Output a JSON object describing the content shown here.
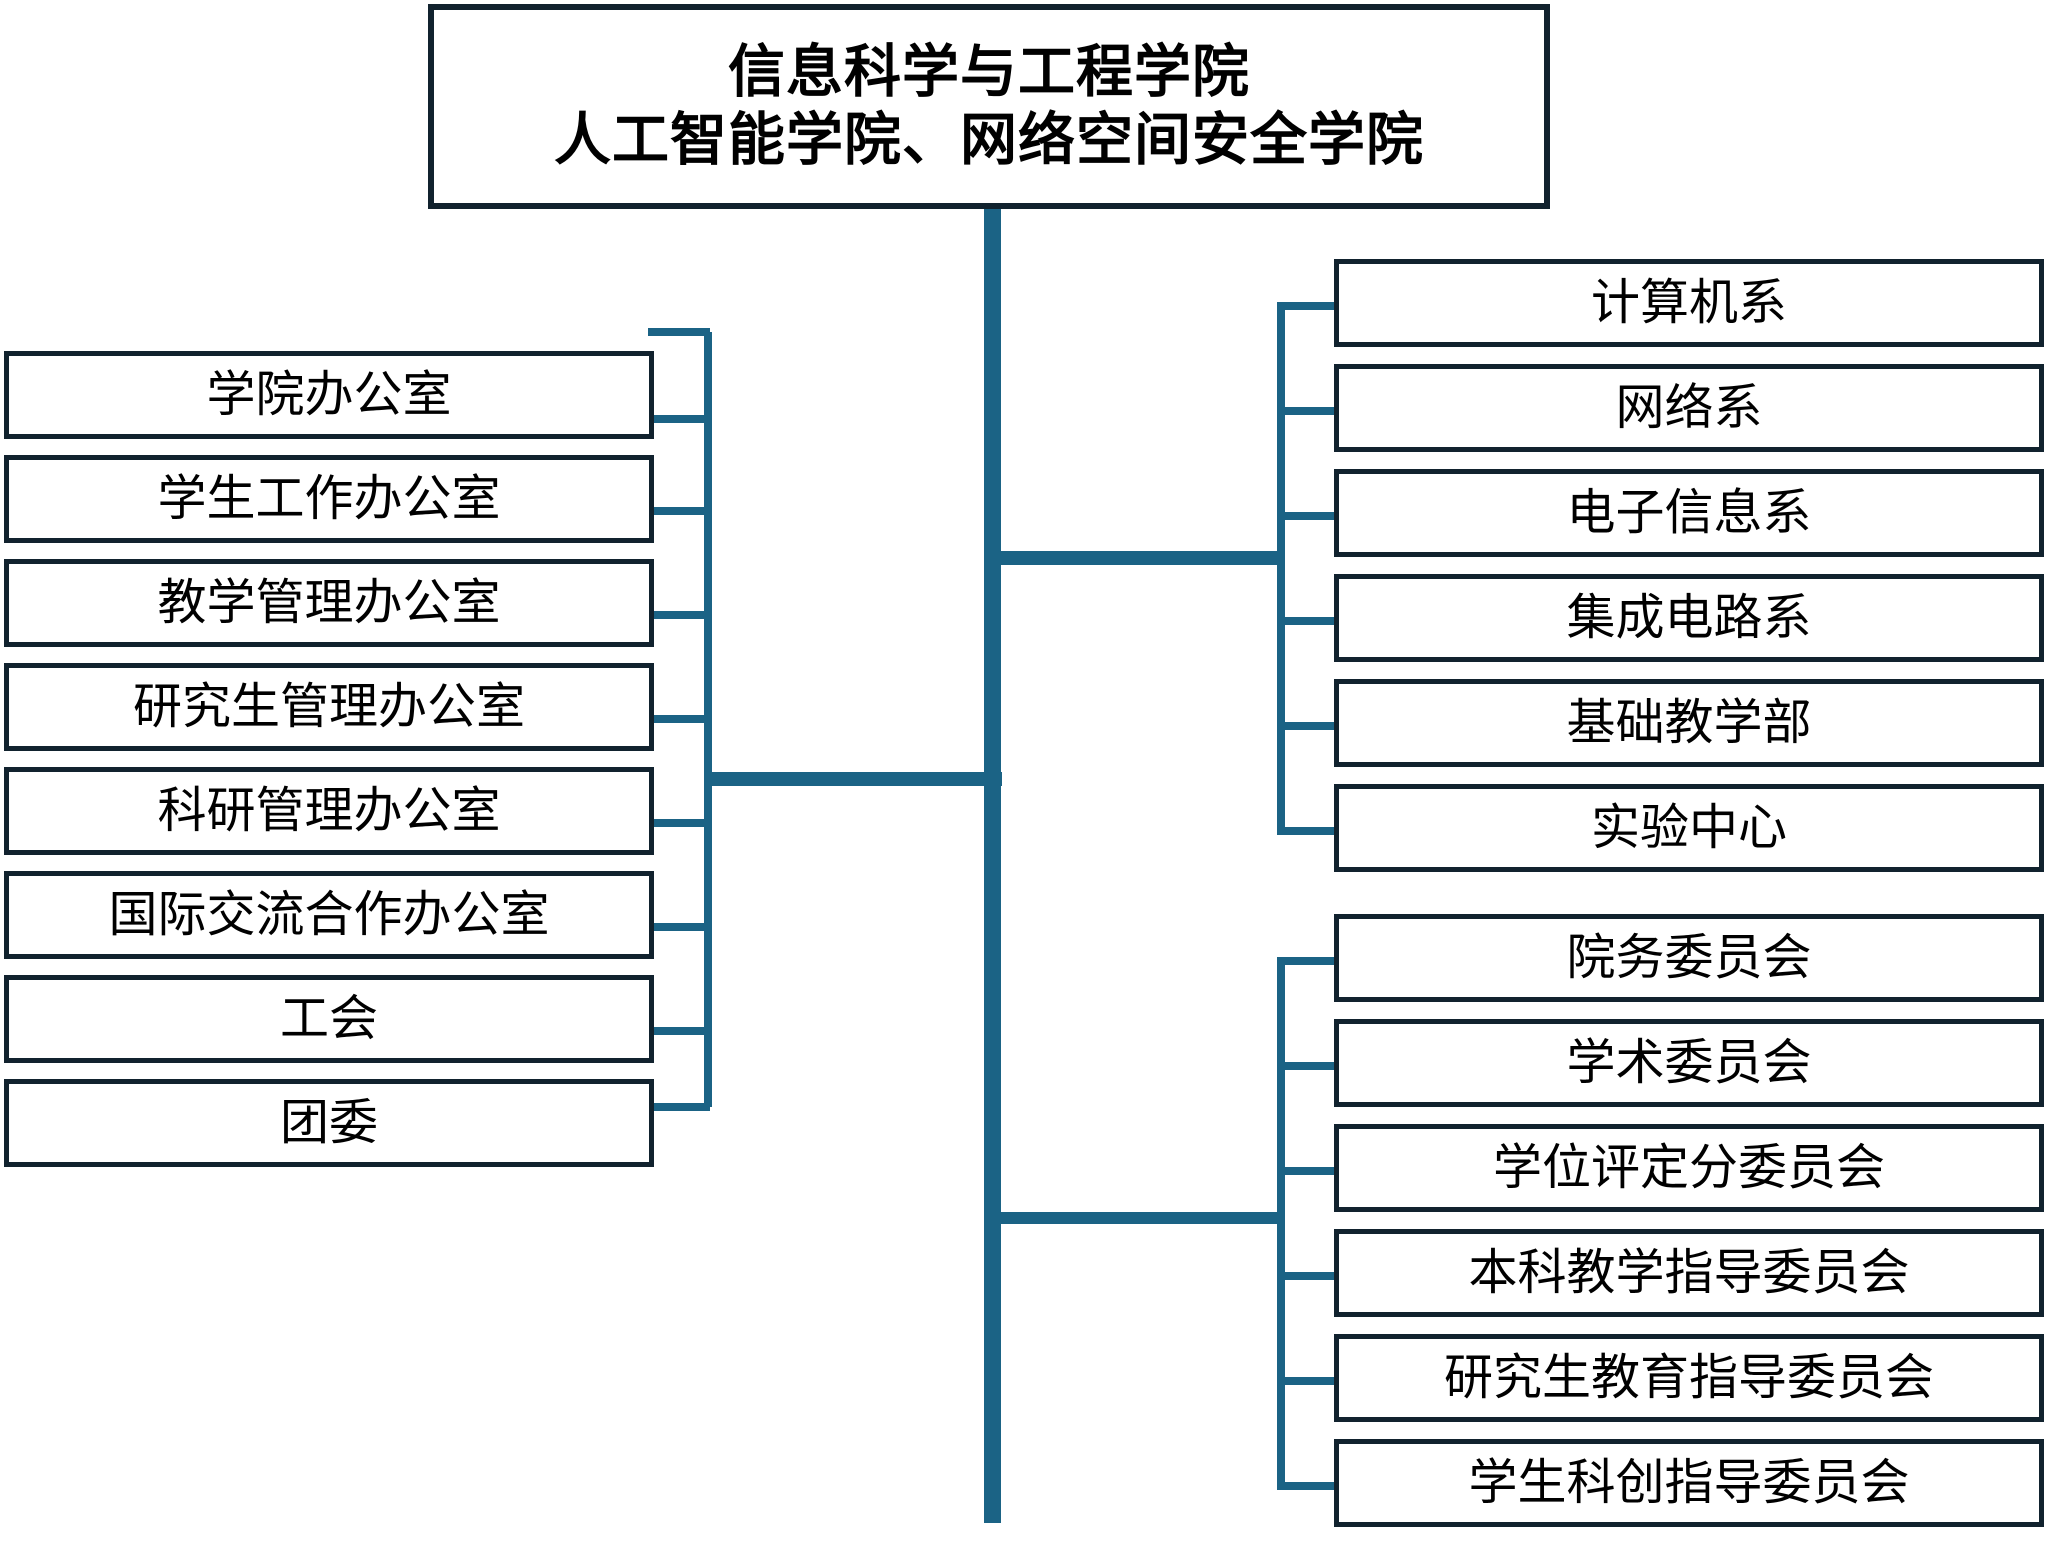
{
  "chart": {
    "type": "org-chart",
    "title_lines": [
      "信息科学与工程学院",
      "人工智能学院、网络空间安全学院"
    ],
    "colors": {
      "box_border": "#11222e",
      "box_fill": "#ffffff",
      "connector": "#1b6385",
      "text": "#000000"
    },
    "branches": {
      "offices": {
        "position": "left",
        "items": [
          {
            "label": "学院办公室"
          },
          {
            "label": "学生工作办公室"
          },
          {
            "label": "教学管理办公室"
          },
          {
            "label": "研究生管理办公室"
          },
          {
            "label": "科研管理办公室"
          },
          {
            "label": "国际交流合作办公室"
          },
          {
            "label": "工会"
          },
          {
            "label": "团委"
          }
        ]
      },
      "departments": {
        "position": "right-upper",
        "items": [
          {
            "label": "计算机系"
          },
          {
            "label": "网络系"
          },
          {
            "label": "电子信息系"
          },
          {
            "label": "集成电路系"
          },
          {
            "label": "基础教学部"
          },
          {
            "label": "实验中心"
          }
        ]
      },
      "committees": {
        "position": "right-lower",
        "items": [
          {
            "label": "院务委员会"
          },
          {
            "label": "学术委员会"
          },
          {
            "label": "学位评定分委员会"
          },
          {
            "label": "本科教学指导委员会"
          },
          {
            "label": "研究生教育指导委员会"
          },
          {
            "label": "学生科创指导委员会"
          }
        ]
      }
    }
  }
}
